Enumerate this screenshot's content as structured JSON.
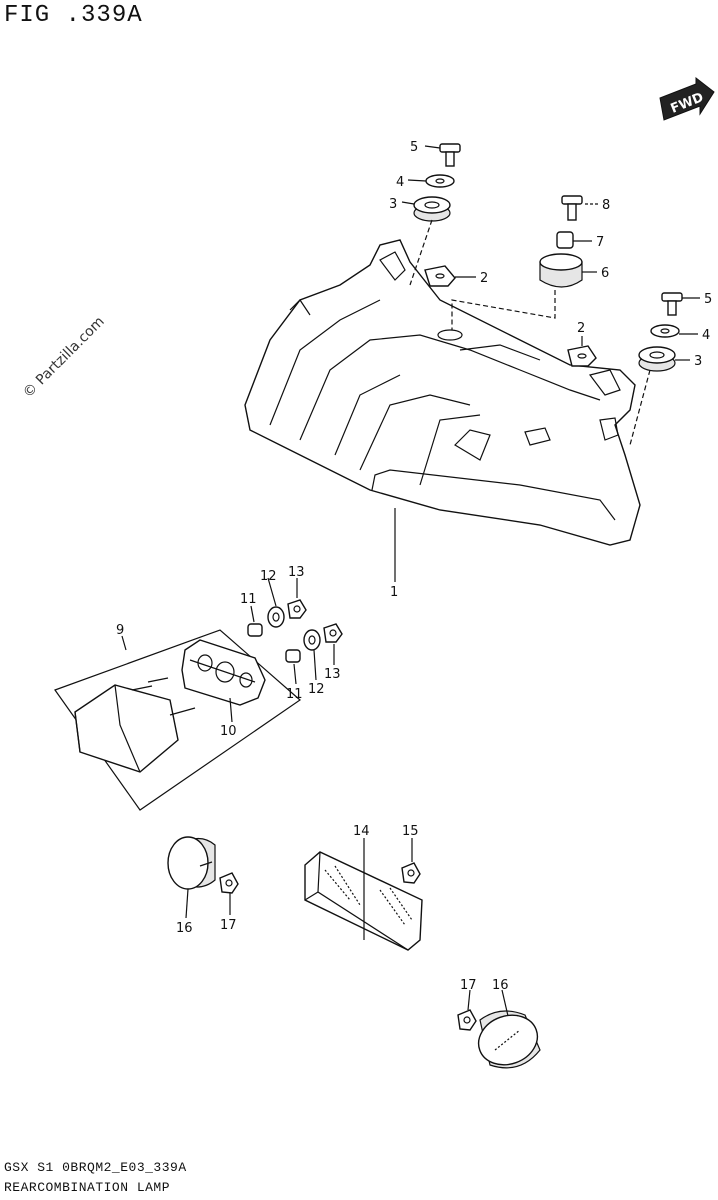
{
  "header": {
    "figure_title": "FIG .339A"
  },
  "watermark": {
    "text": "© Partzilla.com"
  },
  "badge": {
    "text": "FWD"
  },
  "callouts": [
    {
      "id": "c5a",
      "label": "5"
    },
    {
      "id": "c4a",
      "label": "4"
    },
    {
      "id": "c3a",
      "label": "3"
    },
    {
      "id": "c2a",
      "label": "2"
    },
    {
      "id": "c8",
      "label": "8"
    },
    {
      "id": "c7",
      "label": "7"
    },
    {
      "id": "c6",
      "label": "6"
    },
    {
      "id": "c5b",
      "label": "5"
    },
    {
      "id": "c4b",
      "label": "4"
    },
    {
      "id": "c3b",
      "label": "3"
    },
    {
      "id": "c2b",
      "label": "2"
    },
    {
      "id": "c1",
      "label": "1"
    },
    {
      "id": "c12a",
      "label": "12"
    },
    {
      "id": "c13a",
      "label": "13"
    },
    {
      "id": "c11a",
      "label": "11"
    },
    {
      "id": "c9",
      "label": "9"
    },
    {
      "id": "c13b",
      "label": "13"
    },
    {
      "id": "c11b",
      "label": "11"
    },
    {
      "id": "c12b",
      "label": "12"
    },
    {
      "id": "c10",
      "label": "10"
    },
    {
      "id": "c14",
      "label": "14"
    },
    {
      "id": "c15",
      "label": "15"
    },
    {
      "id": "c16a",
      "label": "16"
    },
    {
      "id": "c17a",
      "label": "17"
    },
    {
      "id": "c17b",
      "label": "17"
    },
    {
      "id": "c16b",
      "label": "16"
    }
  ],
  "footer": {
    "code": "GSX S1 0BRQM2_E03_339A",
    "name": "REARCOMBINATION LAMP"
  }
}
